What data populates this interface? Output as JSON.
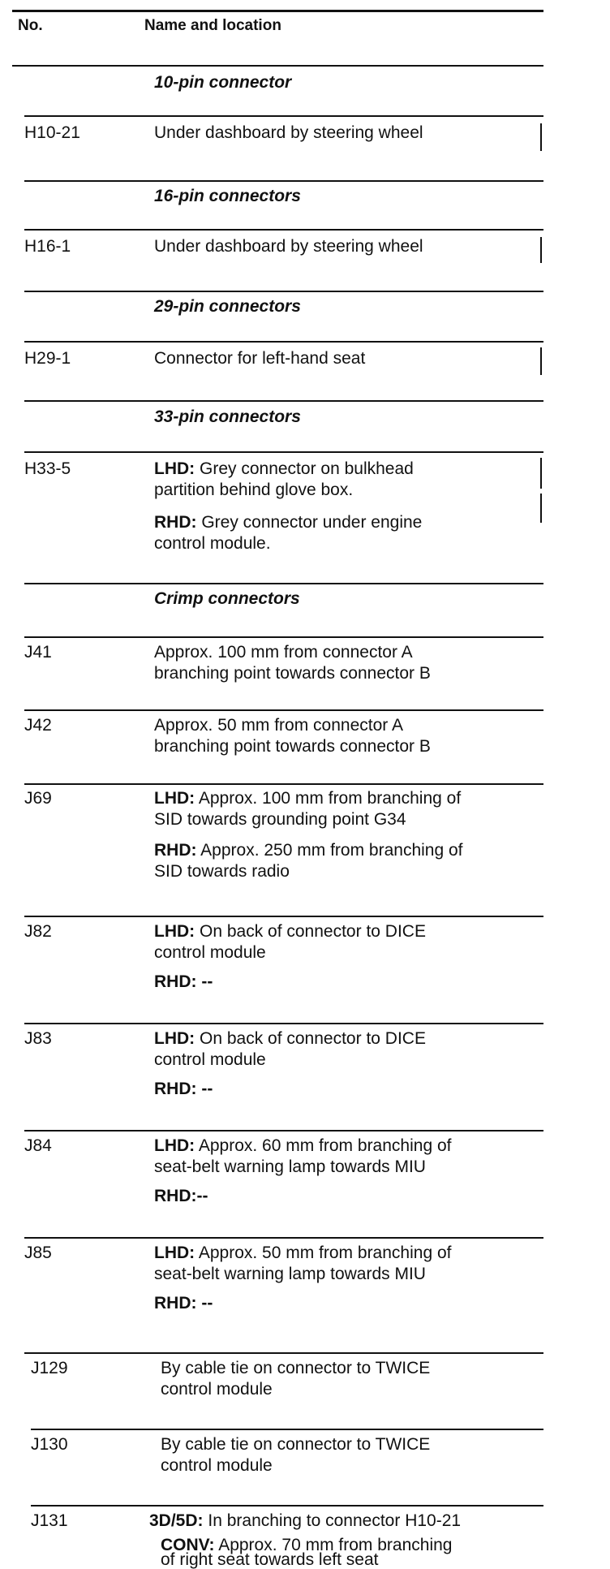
{
  "header": {
    "no": "No.",
    "name": "Name and location"
  },
  "sections": {
    "s10": "10-pin connector",
    "s16": "16-pin connectors",
    "s29": "29-pin connectors",
    "s33": "33-pin connectors",
    "crimp": "Crimp connectors"
  },
  "rows": {
    "h1021": {
      "no": "H10-21",
      "l1": "Under dashboard by steering wheel"
    },
    "h161": {
      "no": "H16-1",
      "l1": "Under dashboard by steering wheel"
    },
    "h291": {
      "no": "H29-1",
      "l1": "Connector for left-hand seat"
    },
    "h335": {
      "no": "H33-5",
      "lhd_tag": "LHD:",
      "lhd_1": " Grey connector on bulkhead",
      "lhd_2": "partition behind glove box.",
      "rhd_tag": "RHD:",
      "rhd_1": " Grey connector under engine",
      "rhd_2": "control module."
    },
    "j41": {
      "no": "J41",
      "l1": "Approx. 100 mm from connector A",
      "l2": "branching point towards connector B"
    },
    "j42": {
      "no": "J42",
      "l1": "Approx. 50 mm from connector A",
      "l2": "branching point towards connector B"
    },
    "j69": {
      "no": "J69",
      "lhd_tag": "LHD:",
      "lhd_1": " Approx. 100 mm from branching of",
      "lhd_2": "SID towards grounding point G34",
      "rhd_tag": "RHD:",
      "rhd_1": " Approx. 250 mm from branching of",
      "rhd_2": "SID towards radio"
    },
    "j82": {
      "no": "J82",
      "lhd_tag": "LHD:",
      "lhd_1": " On back of connector to DICE",
      "lhd_2": "control module",
      "rhd_tag": "RHD:",
      "rhd_1": " --"
    },
    "j83": {
      "no": "J83",
      "lhd_tag": "LHD:",
      "lhd_1": " On back of connector to DICE",
      "lhd_2": "control module",
      "rhd_tag": "RHD:",
      "rhd_1": " --"
    },
    "j84": {
      "no": "J84",
      "lhd_tag": "LHD:",
      "lhd_1": " Approx. 60 mm from branching of",
      "lhd_2": "seat-belt warning lamp towards MIU",
      "rhd_tag": "RHD",
      "rhd_1": ":--"
    },
    "j85": {
      "no": "J85",
      "lhd_tag": "LHD:",
      "lhd_1": " Approx. 50 mm from branching of",
      "lhd_2": "seat-belt warning lamp towards MIU",
      "rhd_tag": "RHD:",
      "rhd_1": " --"
    },
    "j129": {
      "no": "J129",
      "l1": "By cable tie on connector to TWICE",
      "l2": "control module"
    },
    "j130": {
      "no": "J130",
      "l1": "By cable tie on connector to TWICE",
      "l2": "control module"
    },
    "j131": {
      "no": "J131",
      "a_tag": "3D/5D:",
      "a_1": " In branching to connector H10-21",
      "b_tag": "CONV:",
      "b_1": " Approx. 70 mm from branching",
      "b_2": "of right seat towards left seat"
    }
  }
}
